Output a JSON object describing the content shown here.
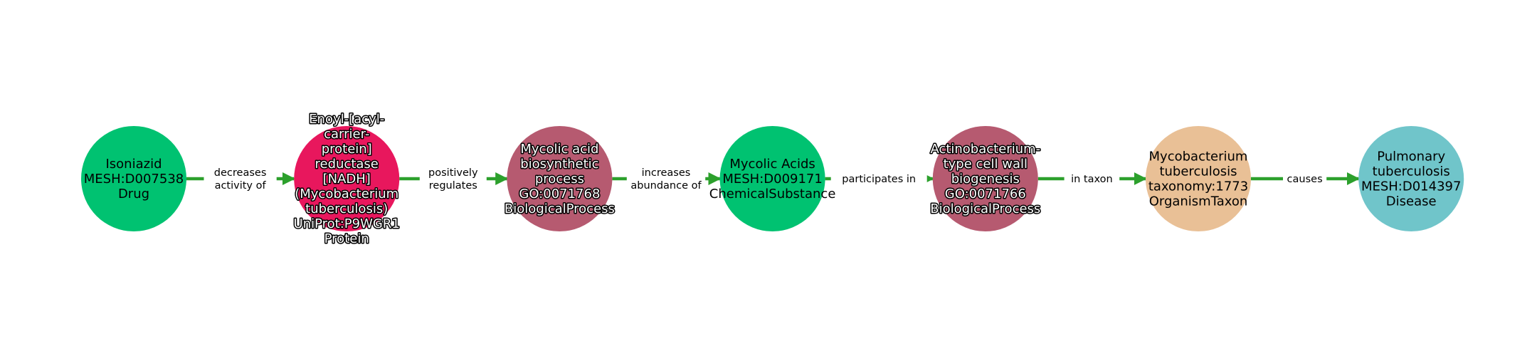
{
  "edge_color": "#2ca02c",
  "nodes": [
    {
      "id": "isoniazid",
      "lines": [
        "Isoniazid",
        "MESH:D007538",
        "Drug"
      ],
      "color": "#00c271",
      "outlined": false
    },
    {
      "id": "enoyl-reductase",
      "lines": [
        "Enoyl-[acyl-",
        "carrier-",
        "protein]",
        "reductase",
        "[NADH]",
        "(Mycobacterium",
        "tuberculosis)",
        "UniProt:P9WGR1",
        "Protein"
      ],
      "color": "#e8175d",
      "outlined": true
    },
    {
      "id": "mycolic-acid-biosynthetic-process",
      "lines": [
        "Mycolic acid",
        "biosynthetic",
        "process",
        "GO:0071768",
        "BiologicalProcess"
      ],
      "color": "#b65a70",
      "outlined": true
    },
    {
      "id": "mycolic-acids",
      "lines": [
        "Mycolic Acids",
        "MESH:D009171",
        "ChemicalSubstance"
      ],
      "color": "#00c271",
      "outlined": false
    },
    {
      "id": "actinobacterium-cell-wall-biogenesis",
      "lines": [
        "Actinobacterium-",
        "type cell wall",
        "biogenesis",
        "GO:0071766",
        "BiologicalProcess"
      ],
      "color": "#b65a70",
      "outlined": true
    },
    {
      "id": "mycobacterium-tuberculosis",
      "lines": [
        "Mycobacterium",
        "tuberculosis",
        "taxonomy:1773",
        "OrganismTaxon"
      ],
      "color": "#e9c096",
      "outlined": false
    },
    {
      "id": "pulmonary-tuberculosis",
      "lines": [
        "Pulmonary",
        "tuberculosis",
        "MESH:D014397",
        "Disease"
      ],
      "color": "#70c5ca",
      "outlined": false
    }
  ],
  "edges": [
    {
      "lines": [
        "decreases",
        "activity of"
      ]
    },
    {
      "lines": [
        "positively",
        "regulates"
      ]
    },
    {
      "lines": [
        "increases",
        "abundance of"
      ]
    },
    {
      "lines": [
        "participates in"
      ]
    },
    {
      "lines": [
        "in taxon"
      ]
    },
    {
      "lines": [
        "causes"
      ]
    }
  ]
}
